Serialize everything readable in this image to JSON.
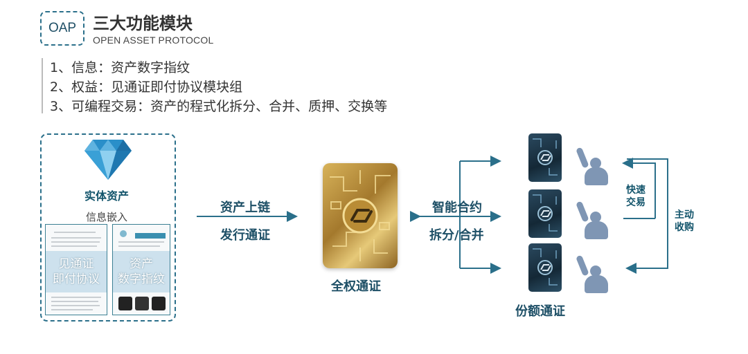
{
  "header": {
    "badge": "OAP",
    "title": "三大功能模块",
    "subtitle": "OPEN ASSET PROTOCOL"
  },
  "modules": [
    "1、信息：资产数字指纹",
    "2、权益：见通证即付协议模块组",
    "3、可编程交易：资产的程式化拆分、合并、质押、交换等"
  ],
  "left_panel": {
    "asset_label": "实体资产",
    "embed_label": "信息嵌入",
    "doc1_line1": "见通证",
    "doc1_line2": "即付协议",
    "doc2_line1": "资产",
    "doc2_line2": "数字指纹"
  },
  "flow": {
    "onchain_top": "资产上链",
    "onchain_bottom": "发行通证",
    "full_token": "全权通证",
    "contract_top": "智能合约",
    "contract_bottom": "拆分/合并",
    "share_token": "份额通证",
    "fast_1": "快速",
    "fast_2": "交易",
    "active_1": "主动",
    "active_2": "收购"
  },
  "colors": {
    "accent": "#12546b",
    "arrow": "#2a6f8a",
    "diamond": "#2a8fc9",
    "gold": "#c9a04a"
  }
}
